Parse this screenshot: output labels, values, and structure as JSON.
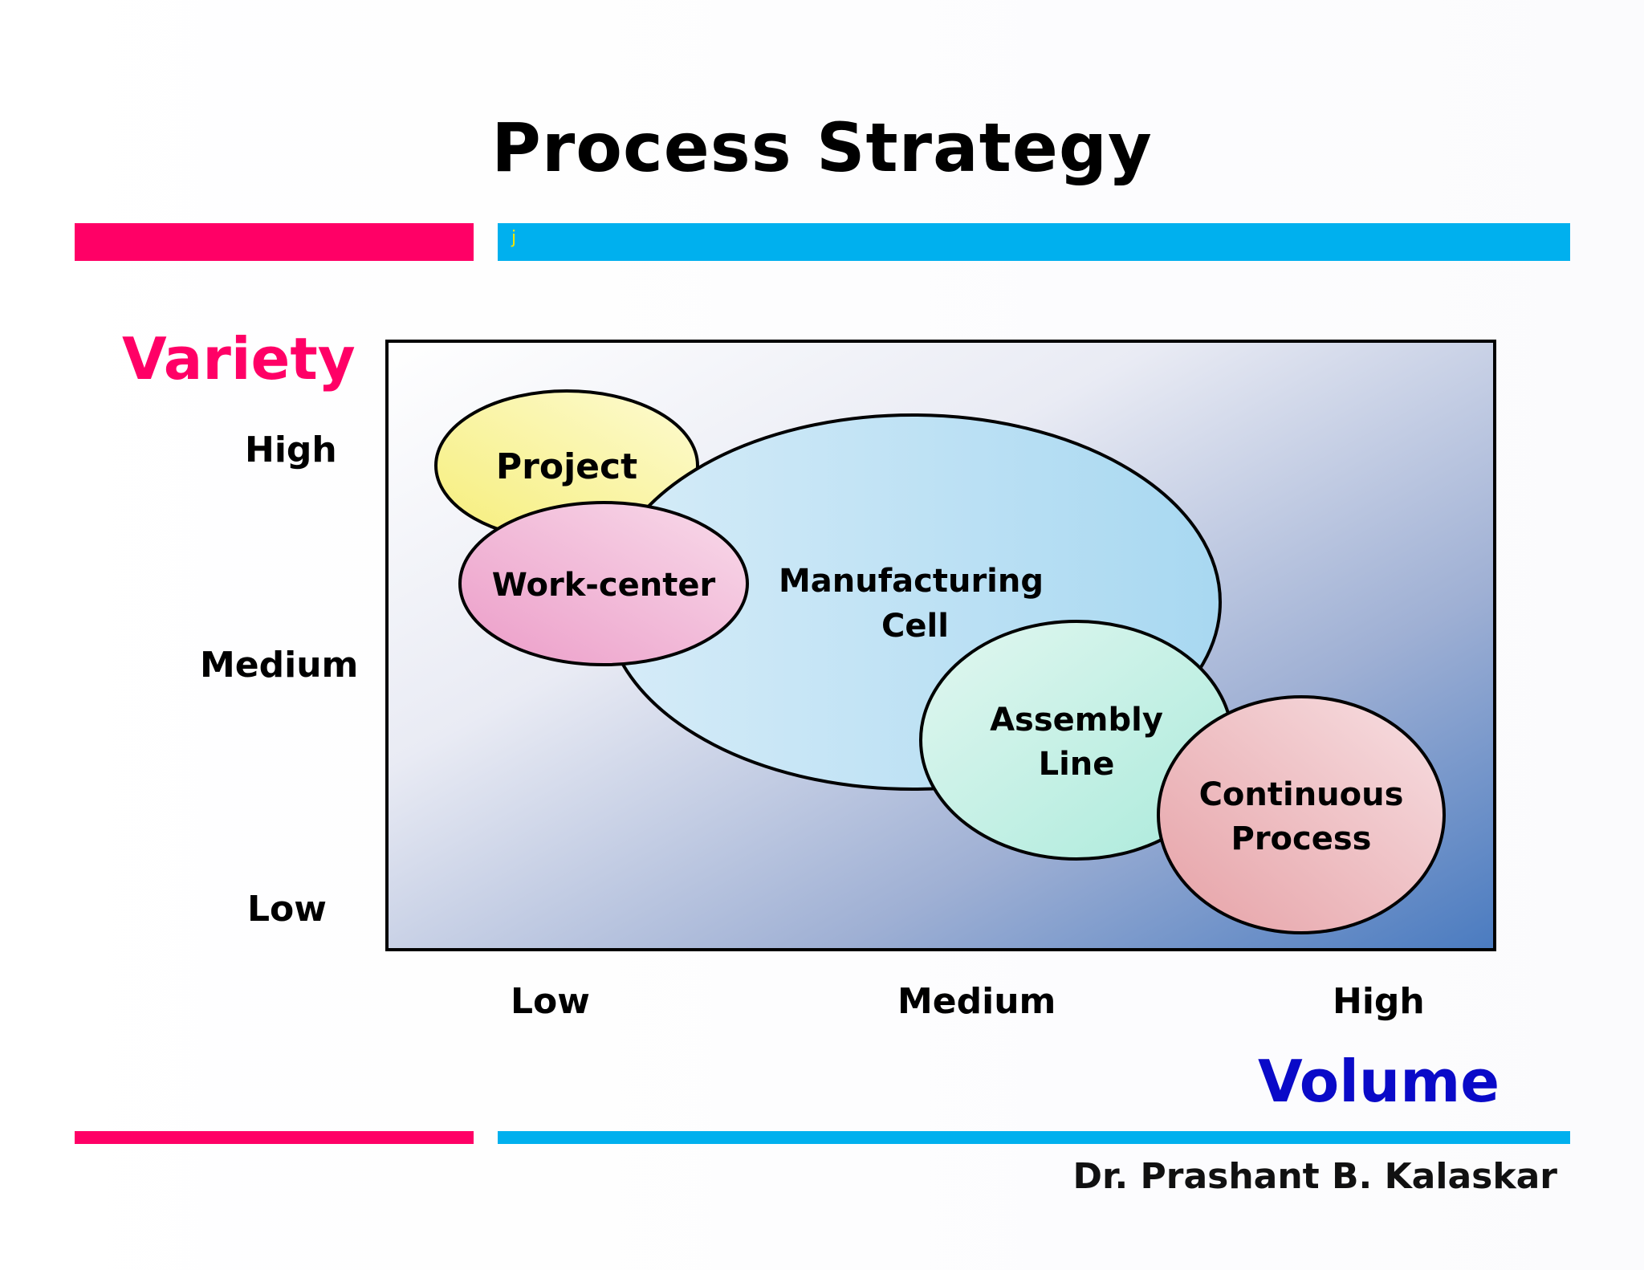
{
  "slide": {
    "title": "Process Strategy",
    "bar_mark": "j",
    "author": "Dr. Prashant B. Kalaskar"
  },
  "axes": {
    "y_title": "Variety",
    "x_title": "Volume",
    "y_ticks": [
      "High",
      "Medium",
      "Low"
    ],
    "x_ticks": [
      "Low",
      "Medium",
      "High"
    ]
  },
  "processes": [
    {
      "id": "project",
      "lines": [
        "Project"
      ],
      "volume": "Low",
      "variety": "High",
      "color": "#fbf6a0"
    },
    {
      "id": "manufacturing-cell",
      "lines": [
        "Manufacturing",
        "Cell"
      ],
      "volume": "Medium",
      "variety": "Medium",
      "color": "#bfe2f6"
    },
    {
      "id": "work-center",
      "lines": [
        "Work-center"
      ],
      "volume": "Low",
      "variety": "Medium",
      "color": "#f1b3d5"
    },
    {
      "id": "assembly-line",
      "lines": [
        "Assembly",
        "Line"
      ],
      "volume": "Medium",
      "variety": "Low",
      "color": "#c9f1e3"
    },
    {
      "id": "continuous-process",
      "lines": [
        "Continuous",
        "Process"
      ],
      "volume": "High",
      "variety": "Low",
      "color": "#efc2c6"
    }
  ],
  "colors": {
    "variety": "#ff0066",
    "volume": "#0a0ac8",
    "accent_pink": "#ff0066",
    "accent_blue": "#00b0ee"
  }
}
